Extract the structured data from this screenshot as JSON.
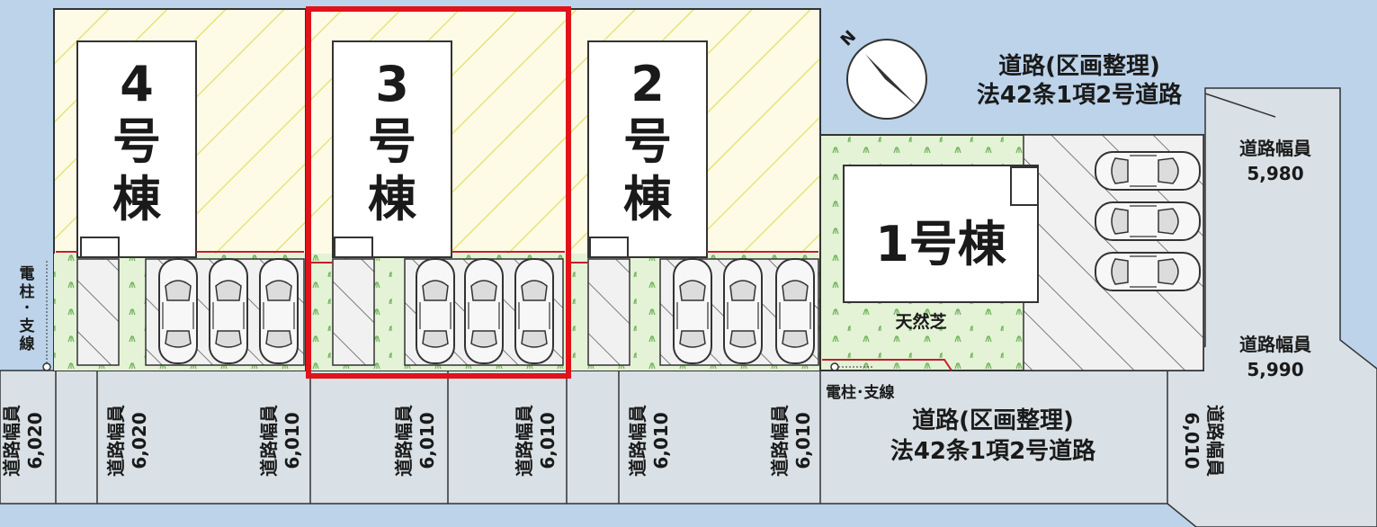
{
  "buildings": {
    "b4": {
      "l1": "4",
      "l2": "号",
      "l3": "棟"
    },
    "b3": {
      "l1": "3",
      "l2": "号",
      "l3": "棟"
    },
    "b2": {
      "l1": "2",
      "l2": "号",
      "l3": "棟"
    },
    "b1": {
      "label": "1号棟"
    }
  },
  "selected_building": "3号棟",
  "lawn_label": "天然芝",
  "utility_pole_left": {
    "c1": "電",
    "c2": "柱",
    "c3": "･",
    "c4": "支",
    "c5": "線"
  },
  "utility_pole_right": "電柱･支線",
  "road_top": {
    "line1": "道路(区画整理)",
    "line2": "法42条1項2号道路"
  },
  "road_bottom": {
    "line1": "道路(区画整理)",
    "line2": "法42条1項2号道路"
  },
  "road_width_right": [
    {
      "title": "道路幅員",
      "value": "5,980"
    },
    {
      "title": "道路幅員",
      "value": "5,990"
    }
  ],
  "road_width_bottom": [
    {
      "title": "道路幅員",
      "value": "6,020"
    },
    {
      "title": "道路幅員",
      "value": "6,020"
    },
    {
      "title": "道路幅員",
      "value": "6,010"
    },
    {
      "title": "道路幅員",
      "value": "6,010"
    },
    {
      "title": "道路幅員",
      "value": "6,010"
    },
    {
      "title": "道路幅員",
      "value": "6,010"
    },
    {
      "title": "道路幅員",
      "value": "6,010"
    }
  ],
  "road_width_east_vertical": {
    "title": "道路幅員",
    "value": "6,010"
  },
  "colors": {
    "road": "#bcd3ea",
    "lot": "#fdfbe6",
    "hatch": "#e9e27a",
    "lawn": "#e4f2d6",
    "highlight": "#e0131a",
    "dimension": "#c0202a"
  }
}
